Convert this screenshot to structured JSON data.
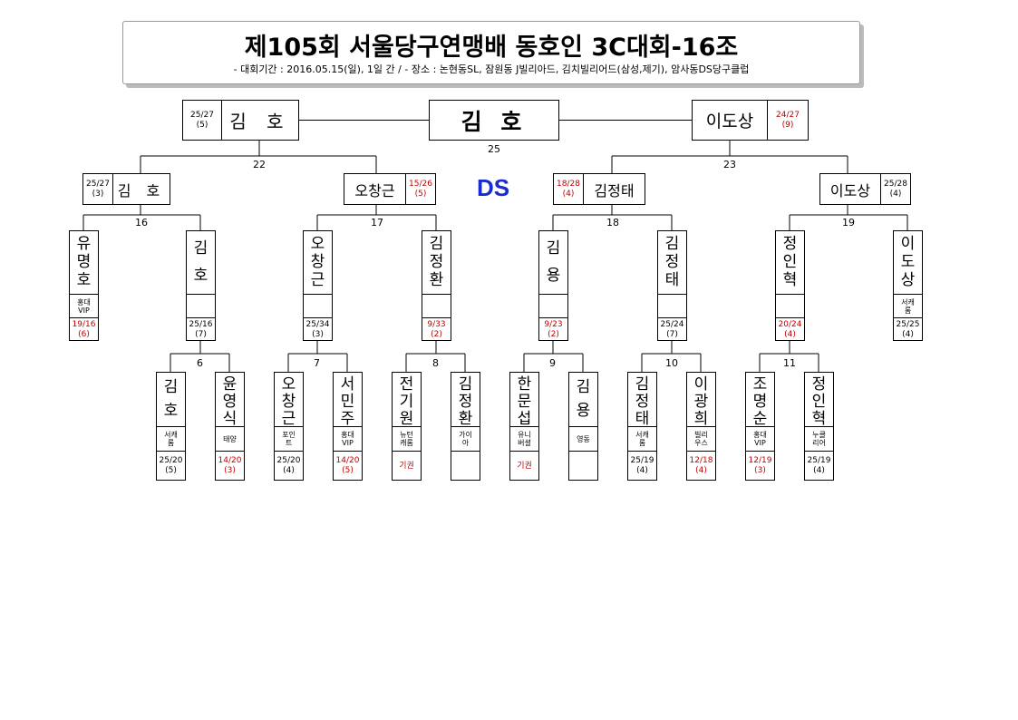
{
  "header": {
    "title": "제105회 서울당구연맹배 동호인 3C대회-16조",
    "subtitle": "- 대회기간 : 2016.05.15(일), 1일 간 / - 장소 : 논현동SL, 잠원동 J빌리아드, 김치빌리어드(삼성,제기), 암사동DS당구클럽"
  },
  "champion": "김 호",
  "ds_label": "DS",
  "final": {
    "left": {
      "name": "김 호",
      "score": "25/27",
      "inning": "(5)"
    },
    "right": {
      "name": "이도상",
      "score": "24/27",
      "inning": "(9)"
    },
    "match_no": "25"
  },
  "semis": {
    "m22": "22",
    "m23": "23",
    "p1": {
      "name": "김 호",
      "score": "25/27",
      "inning": "(3)"
    },
    "p2": {
      "name": "오창근",
      "score": "15/26",
      "inning": "(5)"
    },
    "p3": {
      "name": "김정태",
      "score": "18/28",
      "inning": "(4)"
    },
    "p4": {
      "name": "이도상",
      "score": "25/28",
      "inning": "(4)"
    }
  },
  "quarter_numbers": {
    "m16": "16",
    "m17": "17",
    "m18": "18",
    "m19": "19"
  },
  "row1": [
    {
      "chars": [
        "유",
        "명",
        "호"
      ],
      "club": [
        "홍대",
        "VIP"
      ],
      "score": "19/16",
      "inning": "(6)",
      "red": true
    },
    {
      "chars": [
        "김",
        "호"
      ],
      "club": [],
      "score": "25/16",
      "inning": "(7)",
      "red": false
    },
    {
      "chars": [
        "오",
        "창",
        "근"
      ],
      "club": [],
      "score": "25/34",
      "inning": "(3)",
      "red": false
    },
    {
      "chars": [
        "김",
        "정",
        "환"
      ],
      "club": [],
      "score": "9/33",
      "inning": "(2)",
      "red": true
    },
    {
      "chars": [
        "김",
        "용"
      ],
      "club": [],
      "score": "9/23",
      "inning": "(2)",
      "red": true
    },
    {
      "chars": [
        "김",
        "정",
        "태"
      ],
      "club": [],
      "score": "25/24",
      "inning": "(7)",
      "red": false
    },
    {
      "chars": [
        "정",
        "인",
        "혁"
      ],
      "club": [],
      "score": "20/24",
      "inning": "(4)",
      "red": true
    },
    {
      "chars": [
        "이",
        "도",
        "상"
      ],
      "club": [
        "서캐",
        "롬"
      ],
      "score": "25/25",
      "inning": "(4)",
      "red": false
    }
  ],
  "r16_numbers": [
    "6",
    "7",
    "8",
    "9",
    "10",
    "11"
  ],
  "row2": [
    {
      "chars": [
        "김",
        "호"
      ],
      "club": [
        "서캐",
        "롬"
      ],
      "score": "25/20",
      "inning": "(5)",
      "red": false
    },
    {
      "chars": [
        "윤",
        "영",
        "식"
      ],
      "club": [
        "태양"
      ],
      "score": "14/20",
      "inning": "(3)",
      "red": true
    },
    {
      "chars": [
        "오",
        "창",
        "근"
      ],
      "club": [
        "포인",
        "트"
      ],
      "score": "25/20",
      "inning": "(4)",
      "red": false
    },
    {
      "chars": [
        "서",
        "민",
        "주"
      ],
      "club": [
        "홍대",
        "VIP"
      ],
      "score": "14/20",
      "inning": "(5)",
      "red": true
    },
    {
      "chars": [
        "전",
        "기",
        "원"
      ],
      "club": [
        "뉴턴",
        "캐롬"
      ],
      "score": "기권",
      "inning": "",
      "red": true
    },
    {
      "chars": [
        "김",
        "정",
        "환"
      ],
      "club": [
        "가이",
        "아"
      ],
      "score": "",
      "inning": "",
      "red": false
    },
    {
      "chars": [
        "한",
        "문",
        "섭"
      ],
      "club": [
        "유니",
        "버셜"
      ],
      "score": "기권",
      "inning": "",
      "red": true
    },
    {
      "chars": [
        "김",
        "용"
      ],
      "club": [
        "영동"
      ],
      "score": "",
      "inning": "",
      "red": false
    },
    {
      "chars": [
        "김",
        "정",
        "태"
      ],
      "club": [
        "서캐",
        "롬"
      ],
      "score": "25/19",
      "inning": "(4)",
      "red": false
    },
    {
      "chars": [
        "이",
        "광",
        "희"
      ],
      "club": [
        "빌리",
        "우스"
      ],
      "score": "12/18",
      "inning": "(4)",
      "red": true
    },
    {
      "chars": [
        "조",
        "명",
        "순"
      ],
      "club": [
        "홍대",
        "VIP"
      ],
      "score": "12/19",
      "inning": "(3)",
      "red": true
    },
    {
      "chars": [
        "정",
        "인",
        "혁"
      ],
      "club": [
        "누클",
        "리어"
      ],
      "score": "25/19",
      "inning": "(4)",
      "red": false
    }
  ]
}
